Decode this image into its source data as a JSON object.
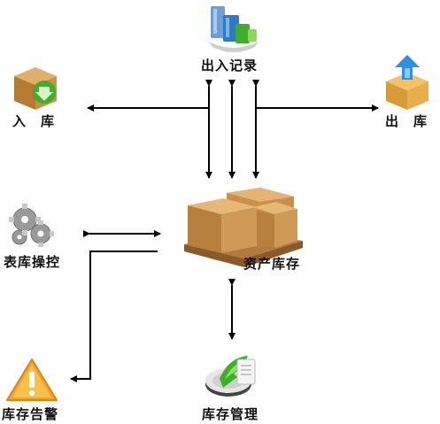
{
  "nodes": {
    "records": {
      "label": "出入记录",
      "icon": "records-chart-icon"
    },
    "inbound": {
      "label": "入　库",
      "icon": "box-inbound-arrow-icon"
    },
    "outbound": {
      "label": "出　库",
      "icon": "box-outbound-arrow-icon"
    },
    "meter_control": {
      "label": "表库操控",
      "icon": "gears-icon"
    },
    "assets": {
      "label": "资产库存",
      "icon": "pallet-boxes-icon"
    },
    "alarm": {
      "label": "库存告警",
      "icon": "warning-triangle-icon"
    },
    "inventory_mgmt": {
      "label": "库存管理",
      "icon": "management-disc-icon"
    }
  },
  "colors": {
    "line": "#000000",
    "box": "#c8904a",
    "alarm": "#f4a62a",
    "green": "#3fae2a",
    "blue": "#2f8fe0"
  }
}
